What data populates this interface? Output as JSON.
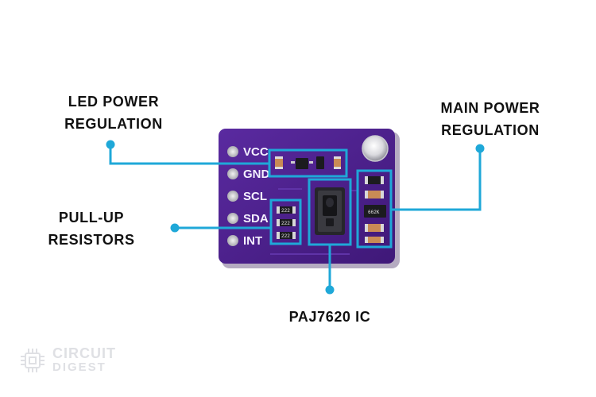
{
  "labels": {
    "led_power": [
      "LED POWER",
      "REGULATION"
    ],
    "main_power": [
      "MAIN POWER",
      "REGULATION"
    ],
    "pull_up": [
      "PULL-UP",
      "RESISTORS"
    ],
    "ic": "PAJ7620 IC"
  },
  "pins": [
    "VCC",
    "GND",
    "SCL",
    "SDA",
    "INT"
  ],
  "chip_markings": {
    "resistor": "222",
    "regulator": "662K"
  },
  "logo": {
    "line1": "CIRCUIT",
    "line2": "DIGEST",
    "icon": "chip-icon"
  },
  "colors": {
    "pcb": "#4b1f8a",
    "pointer": "#1fa8d8",
    "text": "#111111"
  }
}
